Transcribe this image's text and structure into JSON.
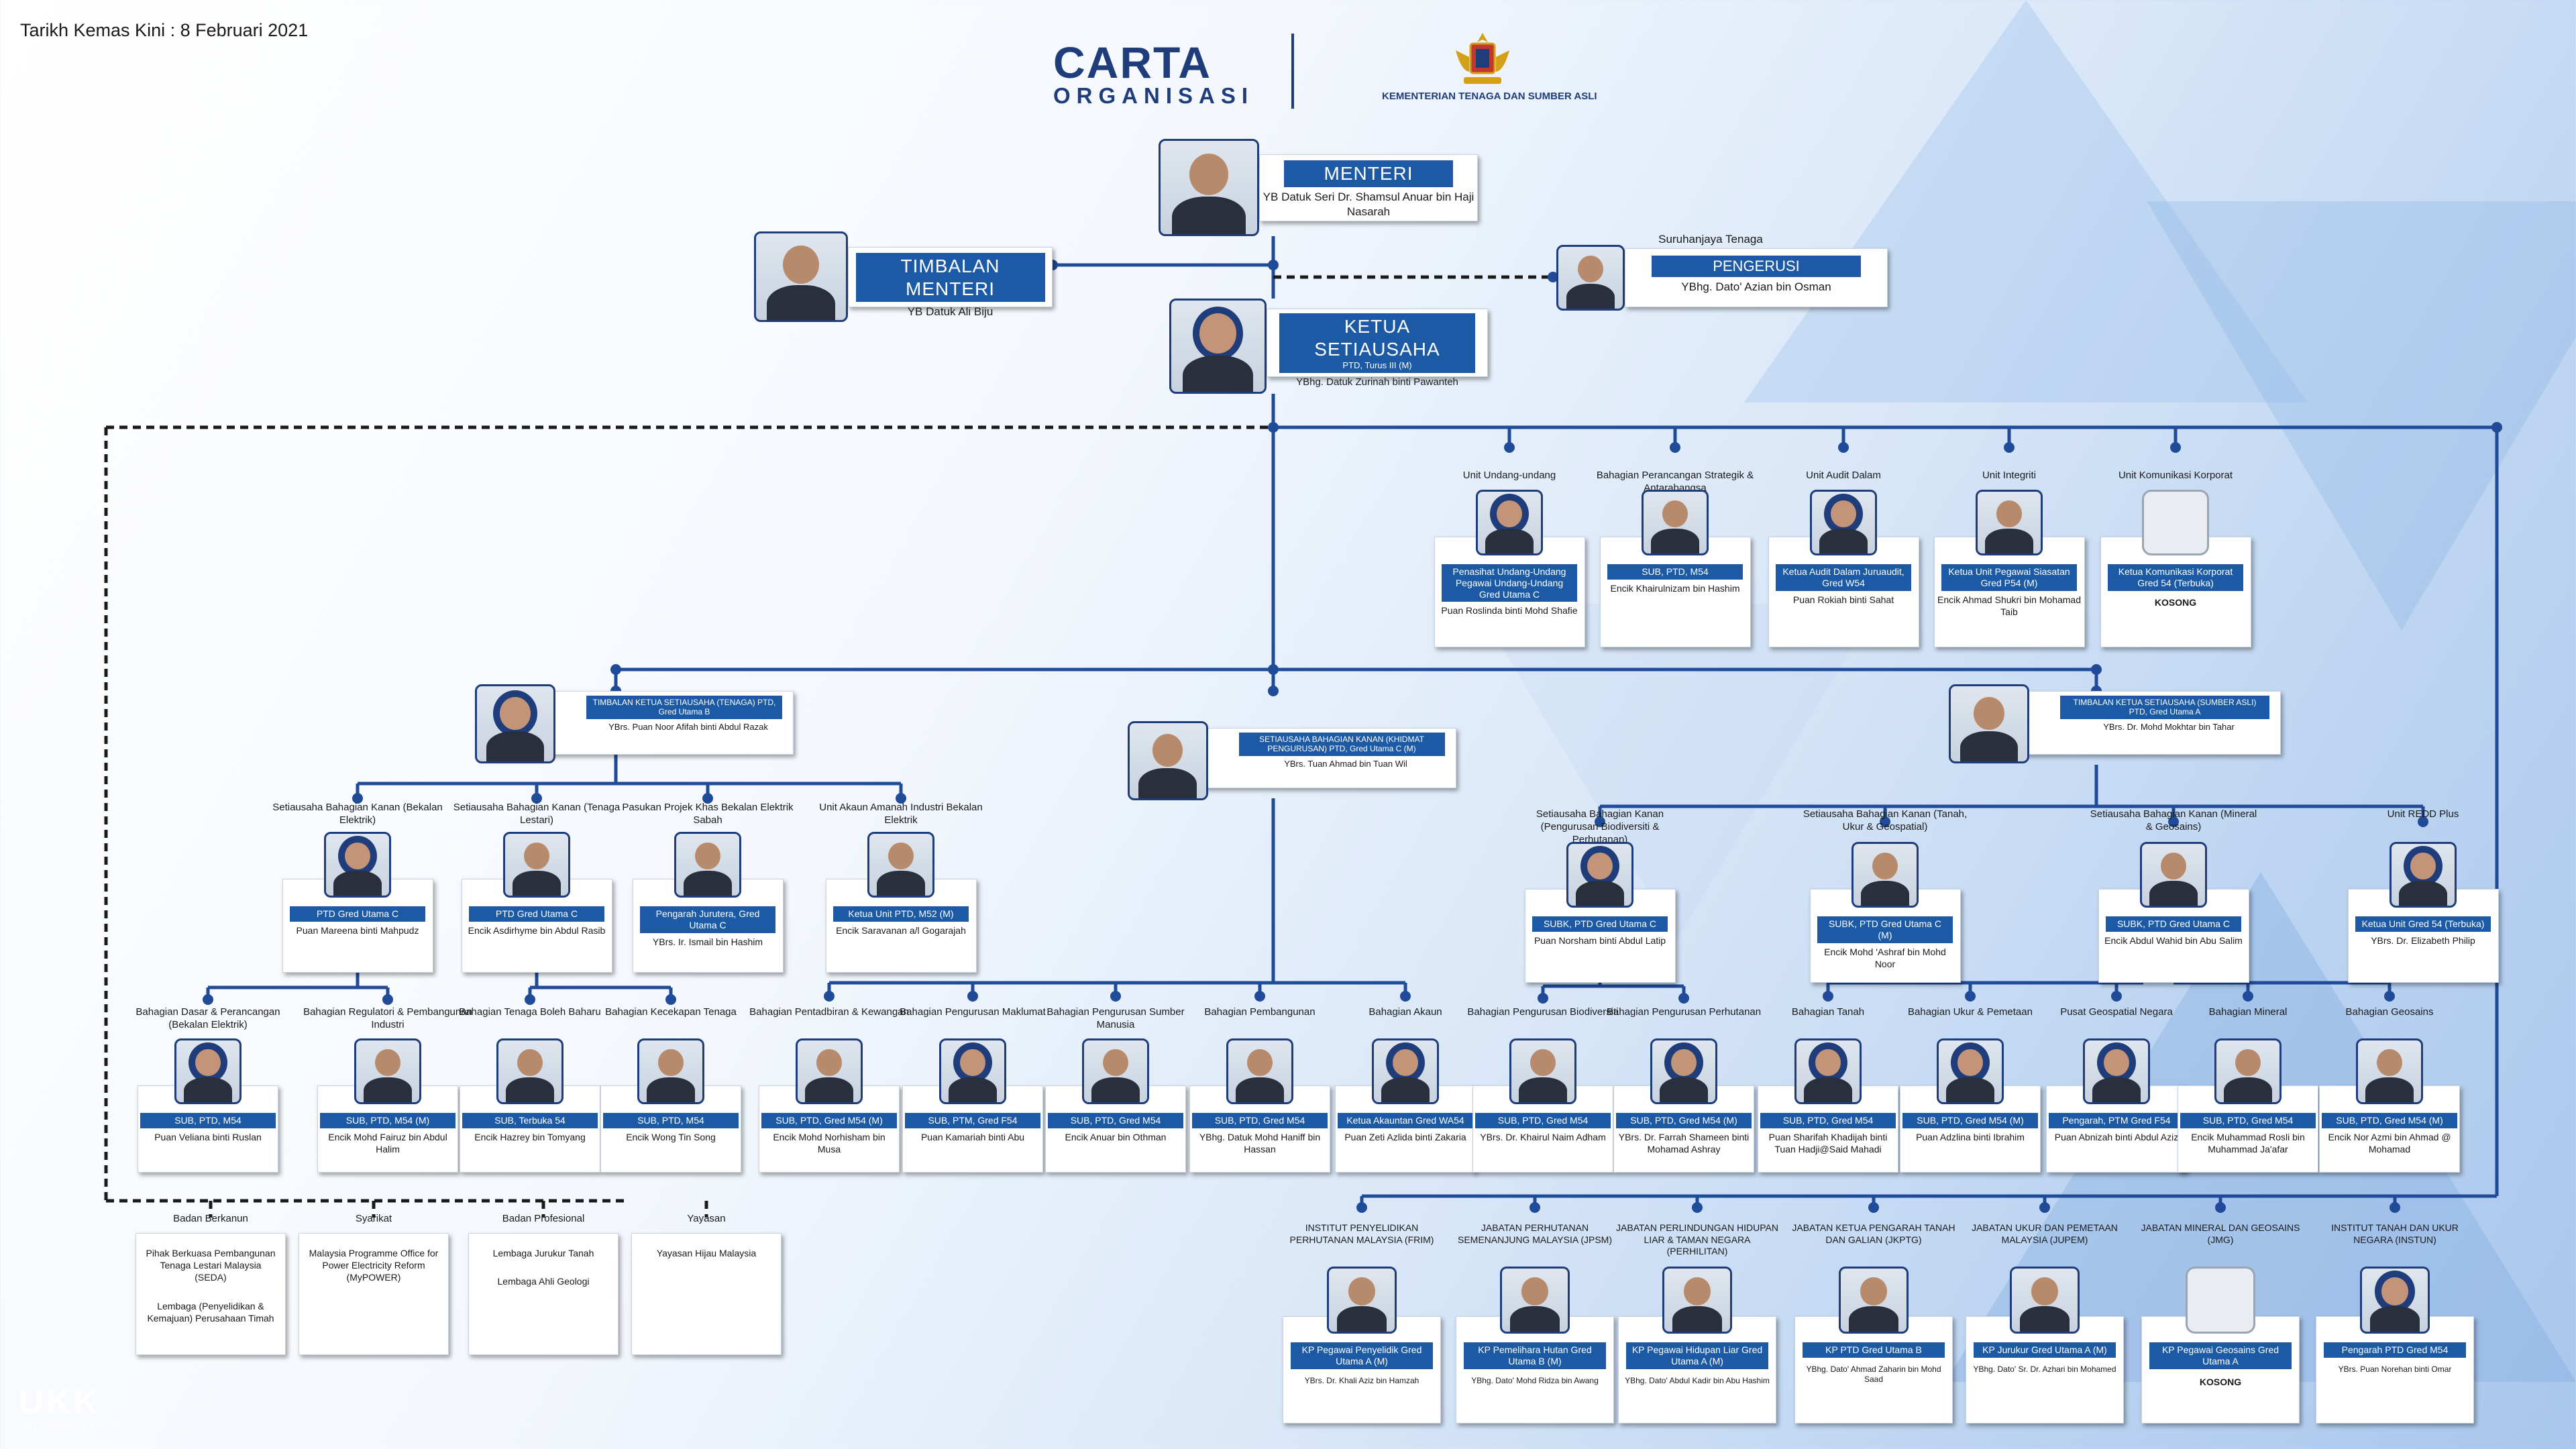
{
  "date": "Tarikh Kemas Kini : 8 Februari 2021",
  "title": {
    "line1": "CARTA",
    "line2": "ORGANISASI",
    "ministry": "KEMENTERIAN TENAGA DAN SUMBER ASLI"
  },
  "logo": {
    "text": "UKK",
    "sub": "UNIT KOMUNIKASI KORPORAT"
  },
  "colors": {
    "navy": "#1f3d7a",
    "band": "#1c5aa6",
    "line": "#1f4b99"
  },
  "top": {
    "menteri": {
      "role": "MENTERI",
      "name": "YB Datuk Seri Dr. Shamsul Anuar bin Haji Nasarah"
    },
    "timbalan": {
      "role": "TIMBALAN MENTERI",
      "name": "YB Datuk Ali Biju"
    },
    "suruhanjaya": {
      "label": "Suruhanjaya Tenaga",
      "role": "PENGERUSI",
      "name": "YBhg. Dato' Azian bin Osman"
    },
    "ksu": {
      "role": "KETUA SETIAUSAHA",
      "sub": "PTD, Turus III (M)",
      "name": "YBhg. Datuk Zurinah binti Pawanteh"
    }
  },
  "units": [
    {
      "label": "Unit Undang-undang",
      "band": "Penasihat Undang-Undang Pegawai Undang-Undang Gred Utama C",
      "name": "Puan Roslinda binti Mohd Shafie"
    },
    {
      "label": "Bahagian Perancangan Strategik & Antarabangsa",
      "band": "SUB, PTD, M54",
      "name": "Encik Khairulnizam bin Hashim"
    },
    {
      "label": "Unit Audit Dalam",
      "band": "Ketua Audit Dalam Juruaudit, Gred W54",
      "name": "Puan Rokiah binti Sahat"
    },
    {
      "label": "Unit Integriti",
      "band": "Ketua Unit Pegawai Siasatan Gred P54 (M)",
      "name": "Encik Ahmad Shukri bin Mohamad Taib"
    },
    {
      "label": "Unit Komunikasi Korporat",
      "band": "Ketua Komunikasi Korporat Gred 54 (Terbuka)",
      "name": "KOSONG"
    }
  ],
  "deputies": [
    {
      "band": "TIMBALAN KETUA SETIAUSAHA (TENAGA) PTD, Gred Utama B",
      "name": "YBrs. Puan Noor Afifah binti Abdul Razak"
    },
    {
      "band": "SETIAUSAHA BAHAGIAN KANAN (KHIDMAT PENGURUSAN) PTD, Gred Utama C (M)",
      "name": "YBrs. Tuan Ahmad bin Tuan Wil"
    },
    {
      "band": "TIMBALAN KETUA SETIAUSAHA (SUMBER ASLI) PTD, Gred Utama A",
      "name": "YBrs. Dr. Mohd Mokhtar bin Tahar"
    }
  ],
  "tenaga_l2": [
    {
      "label": "Setiausaha Bahagian Kanan (Bekalan Elektrik)",
      "band": "PTD Gred Utama C",
      "name": "Puan Mareena binti Mahpudz"
    },
    {
      "label": "Setiausaha Bahagian Kanan (Tenaga Lestari)",
      "band": "PTD Gred Utama C",
      "name": "Encik Asdirhyme bin Abdul Rasib"
    },
    {
      "label": "Pasukan Projek Khas Bekalan Elektrik Sabah",
      "band": "Pengarah Jurutera, Gred Utama C",
      "name": "YBrs. Ir. Ismail bin Hashim"
    },
    {
      "label": "Unit Akaun Amanah Industri Bekalan Elektrik",
      "band": "Ketua Unit PTD, M52 (M)",
      "name": "Encik Saravanan a/l Gogarajah"
    }
  ],
  "sa_l2": [
    {
      "label": "Setiausaha Bahagian Kanan (Pengurusan Biodiversiti & Perhutanan)",
      "band": "SUBK, PTD Gred Utama C",
      "name": "Puan Norsham binti Abdul Latip"
    },
    {
      "label": "Setiausaha Bahagian Kanan (Tanah, Ukur & Geospatial)",
      "band": "SUBK, PTD Gred Utama C (M)",
      "name": "Encik Mohd 'Ashraf bin Mohd Noor"
    },
    {
      "label": "Setiausaha Bahagian Kanan (Mineral & Geosains)",
      "band": "SUBK, PTD Gred Utama C",
      "name": "Encik Abdul Wahid bin Abu Salim"
    },
    {
      "label": "Unit REDD Plus",
      "band": "Ketua Unit Gred 54 (Terbuka)",
      "name": "YBrs. Dr. Elizabeth Philip"
    }
  ],
  "l3": [
    {
      "label": "Bahagian Dasar & Perancangan (Bekalan Elektrik)",
      "band": "SUB, PTD, M54",
      "name": "Puan Veliana binti Ruslan"
    },
    {
      "label": "Bahagian Regulatori & Pembangunan Industri",
      "band": "SUB, PTD, M54 (M)",
      "name": "Encik Mohd Fairuz bin Abdul Halim"
    },
    {
      "label": "Bahagian Tenaga Boleh Baharu",
      "band": "SUB, Terbuka 54",
      "name": "Encik Hazrey bin Tomyang"
    },
    {
      "label": "Bahagian Kecekapan Tenaga",
      "band": "SUB, PTD, M54",
      "name": "Encik Wong Tin Song"
    },
    {
      "label": "Bahagian Pentadbiran & Kewangan",
      "band": "SUB, PTD, Gred M54 (M)",
      "name": "Encik Mohd Norhisham bin Musa"
    },
    {
      "label": "Bahagian Pengurusan Maklumat",
      "band": "SUB, PTM, Gred F54",
      "name": "Puan Kamariah binti Abu"
    },
    {
      "label": "Bahagian Pengurusan Sumber Manusia",
      "band": "SUB, PTD, Gred M54",
      "name": "Encik Anuar bin Othman"
    },
    {
      "label": "Bahagian Pembangunan",
      "band": "SUB, PTD, Gred M54",
      "name": "YBhg. Datuk Mohd Haniff bin Hassan"
    },
    {
      "label": "Bahagian Akaun",
      "band": "Ketua Akauntan Gred WA54",
      "name": "Puan Zeti Azlida binti Zakaria"
    },
    {
      "label": "Bahagian Pengurusan Biodiversiti",
      "band": "SUB, PTD, Gred M54",
      "name": "YBrs. Dr. Khairul Naim Adham"
    },
    {
      "label": "Bahagian Pengurusan Perhutanan",
      "band": "SUB, PTD, Gred M54 (M)",
      "name": "YBrs. Dr. Farrah Shameen binti Mohamad Ashray"
    },
    {
      "label": "Bahagian Tanah",
      "band": "SUB, PTD, Gred M54",
      "name": "Puan Sharifah Khadijah binti Tuan Hadji@Said Mahadi"
    },
    {
      "label": "Bahagian Ukur & Pemetaan",
      "band": "SUB, PTD, Gred M54 (M)",
      "name": "Puan Adzlina binti Ibrahim"
    },
    {
      "label": "Pusat Geospatial Negara",
      "band": "Pengarah, PTM Gred F54",
      "name": "Puan Abnizah binti Abdul Aziz"
    },
    {
      "label": "Bahagian Mineral",
      "band": "SUB, PTD, Gred M54",
      "name": "Encik Muhammad Rosli bin Muhammad Ja'afar"
    },
    {
      "label": "Bahagian Geosains",
      "band": "SUB, PTD, Gred M54 (M)",
      "name": "Encik Nor Azmi bin Ahmad @ Mohamad"
    }
  ],
  "agencies": [
    {
      "label": "Badan Berkanun",
      "items": [
        "Pihak Berkuasa Pembangunan Tenaga Lestari Malaysia (SEDA)",
        "Lembaga (Penyelidikan & Kemajuan) Perusahaan Timah"
      ]
    },
    {
      "label": "Syarikat",
      "items": [
        "Malaysia Programme Office for Power Electricity Reform (MyPOWER)"
      ]
    },
    {
      "label": "Badan Profesional",
      "items": [
        "Lembaga Jurukur Tanah",
        "Lembaga Ahli Geologi"
      ]
    },
    {
      "label": "Yayasan",
      "items": [
        "Yayasan Hijau Malaysia"
      ]
    }
  ],
  "institutions": [
    {
      "label": "INSTITUT PENYELIDIKAN PERHUTANAN MALAYSIA (FRIM)",
      "band": "KP Pegawai Penyelidik Gred Utama A (M)",
      "name": "YBrs. Dr. Khali Aziz bin Hamzah"
    },
    {
      "label": "JABATAN PERHUTANAN SEMENANJUNG MALAYSIA (JPSM)",
      "band": "KP Pemelihara Hutan Gred Utama B (M)",
      "name": "YBhg. Dato' Mohd Ridza bin Awang"
    },
    {
      "label": "JABATAN PERLINDUNGAN HIDUPAN LIAR & TAMAN NEGARA (PERHILITAN)",
      "band": "KP Pegawai Hidupan Liar Gred Utama A (M)",
      "name": "YBhg. Dato' Abdul Kadir bin Abu Hashim"
    },
    {
      "label": "JABATAN KETUA PENGARAH TANAH DAN GALIAN (JKPTG)",
      "band": "KP PTD Gred Utama B",
      "name": "YBhg. Dato' Ahmad Zaharin bin Mohd Saad"
    },
    {
      "label": "JABATAN UKUR DAN PEMETAAN MALAYSIA (JUPEM)",
      "band": "KP Jurukur Gred Utama A (M)",
      "name": "YBhg. Dato' Sr. Dr. Azhari bin Mohamed"
    },
    {
      "label": "JABATAN MINERAL DAN GEOSAINS (JMG)",
      "band": "KP Pegawai Geosains Gred Utama A",
      "name": "KOSONG"
    },
    {
      "label": "INSTITUT TANAH DAN UKUR NEGARA (INSTUN)",
      "band": "Pengarah PTD Gred M54",
      "name": "YBrs. Puan Norehan binti Omar"
    }
  ]
}
